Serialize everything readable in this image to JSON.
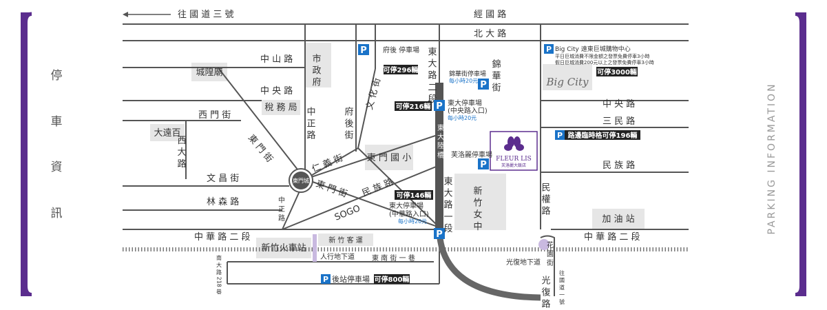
{
  "side_title": [
    "停",
    "車",
    "資",
    "訊"
  ],
  "side_english": "PARKING INFORMATION",
  "colors": {
    "accent": "#5b2d8e",
    "road": "#555555",
    "block": "#e6e6e6",
    "parking_blue": "#1a73c8",
    "black_label": "#222222"
  },
  "roads": {
    "to_sanchong": "往 國 道 三 號",
    "jingguo": "經 國 路",
    "beida": "北 大 路",
    "zhongshan": "中 山 路",
    "zhongyang_left": "中 央 路",
    "zhongyang_right": "中 央 路",
    "ximen": "西 門 街",
    "sanmin": "三 民 路",
    "minzu_right": "民 族 路",
    "minzu_mid": "民 族 路",
    "wenchang": "文 昌 街",
    "linsen": "林 森 路",
    "zhonghua_left": "中 華 路 二 段",
    "zhonghua_right": "中 華 路 二 段",
    "dongnan": "東 南 街 一 巷",
    "renyi": "仁 義 街",
    "dongmen_upper": "東 門 街",
    "dongmen_lower": "東 門 街",
    "wenhua": "文 化 街",
    "fuhou": "府 後 街",
    "zhongzheng_upper": "中 正 路",
    "zhongzheng_lower": "中 正 路",
    "xida": "西 大 路",
    "dongda_upper": "東 大 路 二 段",
    "dongda_lower": "東 大 路 一 段",
    "dongdalu_ling": "東 大 陸 橋",
    "jinhua": "錦 華 街",
    "minquan": "民 權 路",
    "huayuan": "花 園 街",
    "guangfu": "光 復 路",
    "to_guodao1": "往 國 道 一 號",
    "nanda": "南 大 路 218 巷"
  },
  "places": {
    "chenghuang": "城隍廟",
    "shizhengfu": "市 政 府",
    "shuiwu": "稅 務 局",
    "dayuanbai": "大遠百",
    "dongmencheng": "東門城",
    "dongmen_school": "東 門 國 小",
    "xinzhu_girls": "新 竹 女 中",
    "station": "新竹火車站",
    "bus": "新 竹 客 運",
    "sogo": "SOGO",
    "gas": "加 油 站",
    "underpass1": "人行地下道",
    "underpass2": "光復地下道",
    "bigcity_logo": "Big City",
    "hotel_name": "FLEUR LIS",
    "hotel_sub": "芙洛麗大飯店"
  },
  "parking": {
    "fuhou_name": "府後 停車場",
    "fuhou_cap": "可停296輛",
    "jinhua_name": "錦華街停車場",
    "jinhua_rate": "每小時20元",
    "dongda_cap": "可停216輛",
    "dongda_name": "東大停車場",
    "dongda_entry": "(中央路入口)",
    "dongda_rate": "每小時20元",
    "fleur_parking": "芙洛麗停車場",
    "bigcity_title": "Big City 遠東巨城購物中心",
    "bigcity_weekday": "平日巨城消費不限金額之發票免費停車3小時",
    "bigcity_holiday": "假日巨城消費200元以上之發票免費停車3小時",
    "bigcity_cap": "可停3000輛",
    "roadside": "路邊臨時格可停196輛",
    "dongda2_cap": "可停146輛",
    "dongda2_name": "東大停車場",
    "dongda2_entry": "(中華路入口)",
    "dongda2_rate": "每小時20元",
    "back_station": "後站停車場",
    "back_cap": "可停800輛",
    "p_icon": "P"
  }
}
